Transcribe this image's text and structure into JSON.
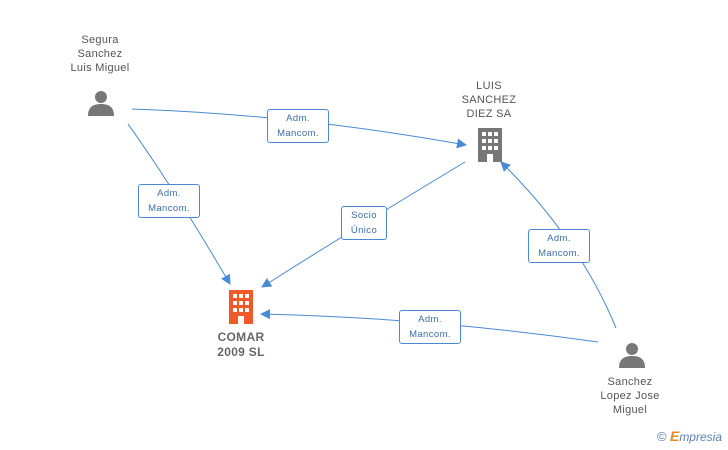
{
  "nodes": {
    "segura": {
      "label": "Segura\nSanchez\nLuis Miguel",
      "kind": "person"
    },
    "luis_sanchez_diez": {
      "label": "LUIS\nSANCHEZ\nDIEZ SA",
      "kind": "company"
    },
    "comar": {
      "label": "COMAR\n2009 SL",
      "kind": "company-main"
    },
    "sanchez_lopez": {
      "label": "Sanchez\nLopez Jose\nMiguel",
      "kind": "person"
    }
  },
  "edges": {
    "segura_to_luis": {
      "line1": "Adm.",
      "line2": "Mancom."
    },
    "segura_to_comar": {
      "line1": "Adm.",
      "line2": "Mancom."
    },
    "luis_to_comar": {
      "line1": "Socio",
      "line2": "Único"
    },
    "sanchez_to_luis": {
      "line1": "Adm.",
      "line2": "Mancom."
    },
    "sanchez_to_comar": {
      "line1": "Adm.",
      "line2": "Mancom."
    }
  },
  "colors": {
    "edge": "#4a8ad2",
    "person_icon": "#777777",
    "company_icon": "#777777",
    "main_company_icon": "#f05a28"
  },
  "brand": {
    "copyright": "©",
    "initial": "E",
    "rest": "mpresia"
  }
}
